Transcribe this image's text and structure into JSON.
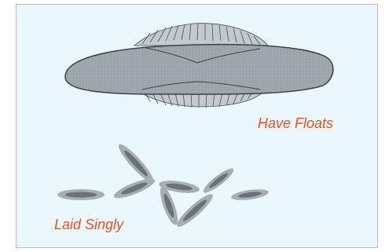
{
  "labels": {
    "have_floats": "Have Floats",
    "laid_singly": "Laid Singly"
  },
  "colors": {
    "background": "#eaf8fe",
    "label": "#f2501a",
    "egg_fill": "#9aa6ac",
    "egg_outline": "#3d4346",
    "float_fill": "#b4bdc2",
    "single_egg_light": "#9ea5a9",
    "single_egg_dark": "#6b7276"
  },
  "icons": [
    "egg-with-floats-illustration",
    "single-eggs-illustration"
  ]
}
